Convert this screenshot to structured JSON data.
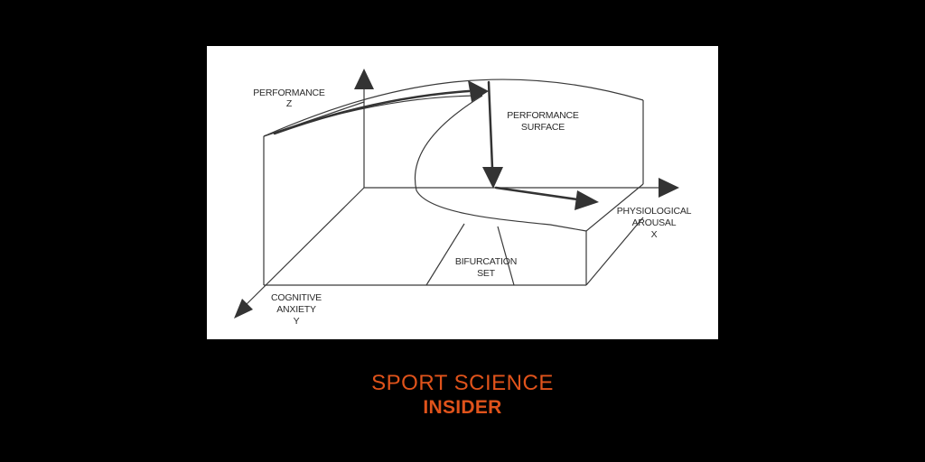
{
  "diagram": {
    "labels": {
      "performance_axis_line1": "PERFORMANCE",
      "performance_axis_line2": "Z",
      "surface_line1": "PERFORMANCE",
      "surface_line2": "SURFACE",
      "arousal_line1": "PHYSIOLOGICAL",
      "arousal_line2": "AROUSAL",
      "arousal_line3": "X",
      "bifurcation_line1": "BIFURCATION",
      "bifurcation_line2": "SET",
      "anxiety_line1": "COGNITIVE",
      "anxiety_line2": "ANXIETY",
      "anxiety_line3": "Y"
    }
  },
  "branding": {
    "line1": "SPORT SCIENCE",
    "line2": "INSIDER"
  }
}
